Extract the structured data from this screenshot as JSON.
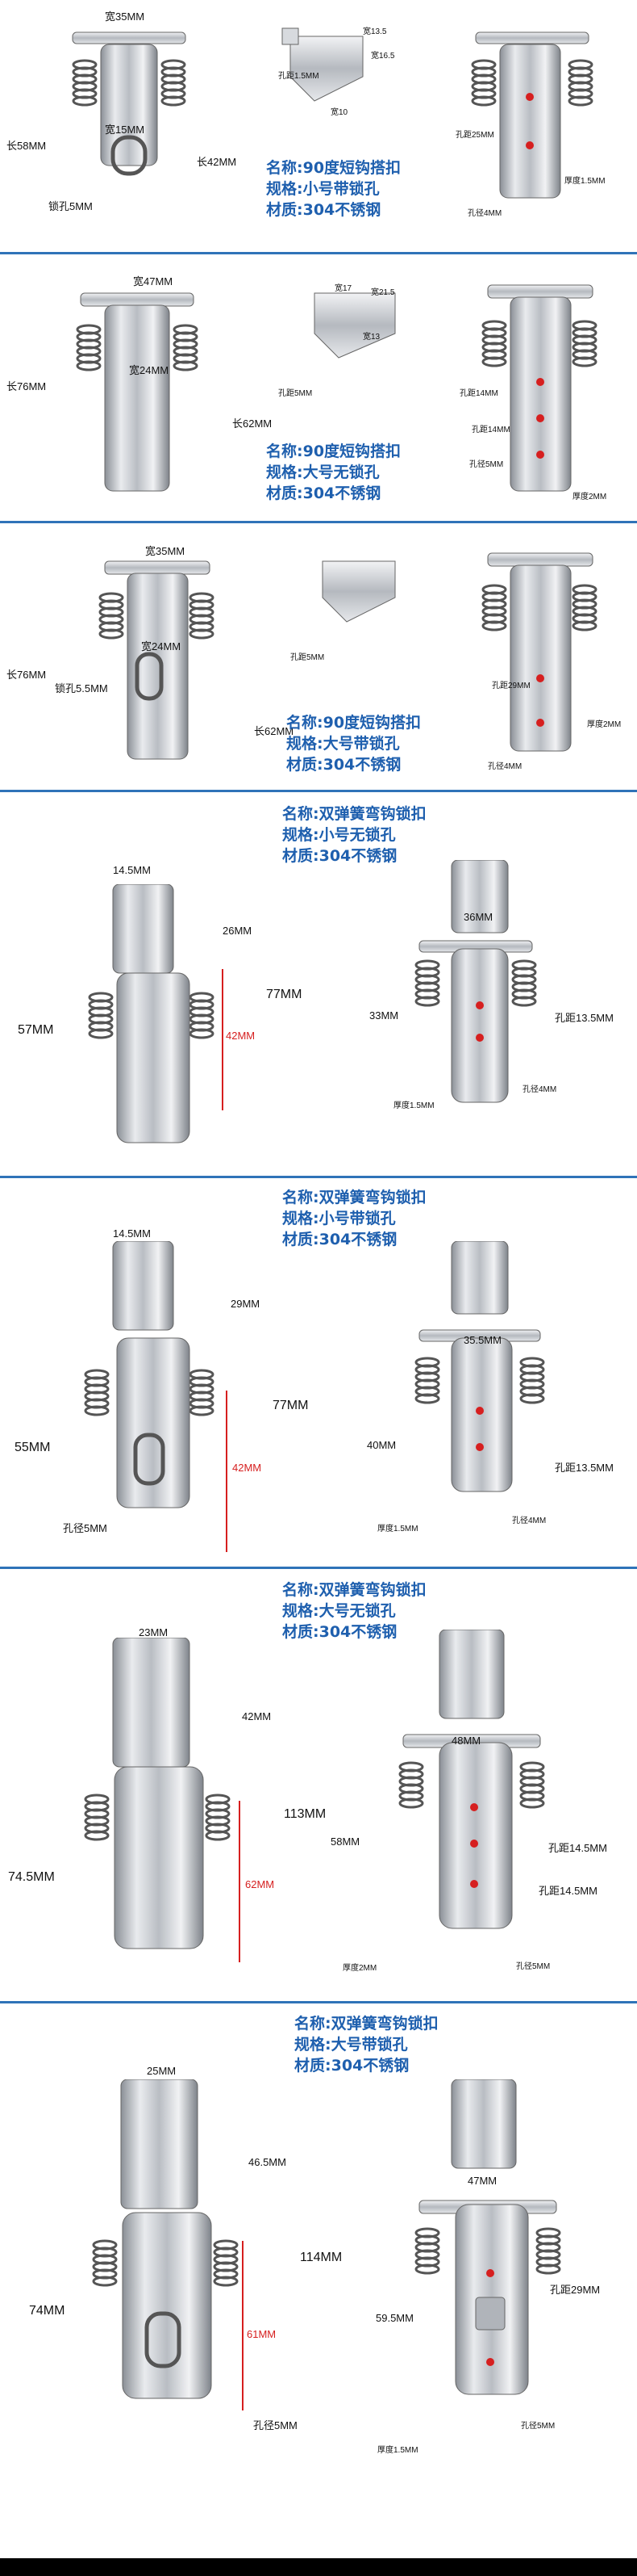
{
  "sections": [
    {
      "name_line": "名称:90度短钩搭扣",
      "spec_line": "规格:小号带锁孔",
      "material_line": "材质:304不锈钢",
      "dims": {
        "width_top": "宽35MM",
        "width_inner": "宽15MM",
        "length_left": "长58MM",
        "length_right": "长42MM",
        "lock_hole": "锁孔5MM",
        "part_a": "宽13.5",
        "part_b": "宽16.5",
        "part_c": "宽10",
        "part_d": "孔距1.5MM",
        "hole_pitch": "孔距25MM",
        "thickness": "厚度1.5MM",
        "hole_dia": "孔径4MM"
      }
    },
    {
      "name_line": "名称:90度短钩搭扣",
      "spec_line": "规格:大号无锁孔",
      "material_line": "材质:304不锈钢",
      "dims": {
        "width_top": "宽47MM",
        "width_inner": "宽24MM",
        "length_left": "长76MM",
        "length_right": "长62MM",
        "part_a": "宽17",
        "part_b": "宽21.5",
        "part_c": "宽13",
        "part_d": "孔距5MM",
        "hole_pitch_a": "孔距14MM",
        "hole_pitch_b": "孔距14MM",
        "hole_dia": "孔径5MM",
        "thickness": "厚度2MM"
      }
    },
    {
      "name_line": "名称:90度短钩搭扣",
      "spec_line": "规格:大号带锁孔",
      "material_line": "材质:304不锈钢",
      "dims": {
        "width_top": "宽35MM",
        "width_inner": "宽24MM",
        "length_left": "长76MM",
        "length_right": "长62MM",
        "lock_hole": "锁孔5.5MM",
        "part_d": "孔距5MM",
        "hole_pitch": "孔距29MM",
        "thickness": "厚度2MM",
        "hole_dia": "孔径4MM"
      }
    },
    {
      "name_line": "名称:双弹簧弯钩锁扣",
      "spec_line": "规格:小号无锁孔",
      "material_line": "材质:304不锈钢",
      "dims": {
        "top_width": "14.5MM",
        "hook_len": "26MM",
        "body_len": "57MM",
        "total_len": "77MM",
        "red_len": "42MM",
        "right_width": "36MM",
        "right_height": "33MM",
        "hole_pitch": "孔距13.5MM",
        "thickness": "厚度1.5MM",
        "hole_dia": "孔径4MM"
      }
    },
    {
      "name_line": "名称:双弹簧弯钩锁扣",
      "spec_line": "规格:小号带锁孔",
      "material_line": "材质:304不锈钢",
      "dims": {
        "top_width": "14.5MM",
        "hook_len": "29MM",
        "body_len": "55MM",
        "total_len": "77MM",
        "red_len": "42MM",
        "lock_hole": "孔径5MM",
        "right_width": "35.5MM",
        "right_height": "40MM",
        "hole_pitch": "孔距13.5MM",
        "thickness": "厚度1.5MM",
        "hole_dia": "孔径4MM"
      }
    },
    {
      "name_line": "名称:双弹簧弯钩锁扣",
      "spec_line": "规格:大号无锁孔",
      "material_line": "材质:304不锈钢",
      "dims": {
        "top_width": "23MM",
        "hook_len": "42MM",
        "body_len": "74.5MM",
        "total_len": "113MM",
        "red_len": "62MM",
        "right_width": "48MM",
        "right_height": "58MM",
        "hole_pitch_a": "孔距14.5MM",
        "hole_pitch_b": "孔距14.5MM",
        "thickness": "厚度2MM",
        "hole_dia": "孔径5MM"
      }
    },
    {
      "name_line": "名称:双弹簧弯钩锁扣",
      "spec_line": "规格:大号带锁孔",
      "material_line": "材质:304不锈钢",
      "dims": {
        "top_width": "25MM",
        "hook_len": "46.5MM",
        "body_len": "74MM",
        "total_len": "114MM",
        "red_len": "61MM",
        "lock_hole": "孔径5MM",
        "right_width": "47MM",
        "right_height": "59.5MM",
        "hole_pitch": "孔距29MM",
        "thickness": "厚度1.5MM",
        "hole_dia": "孔径5MM"
      }
    }
  ],
  "colors": {
    "accent_blue": "#1e5fae",
    "divider_blue": "#2f73b8",
    "dimension_red": "#d61f1f",
    "steel": "#c9ccd0"
  }
}
